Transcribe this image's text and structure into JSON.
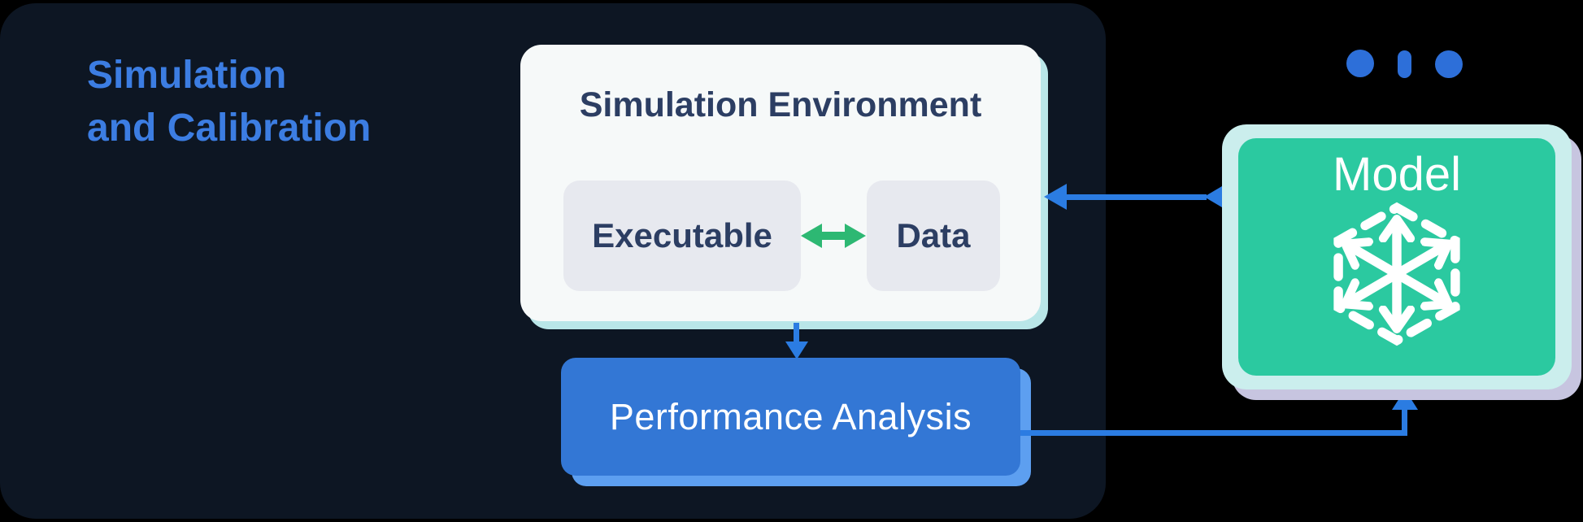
{
  "header": {
    "title_line1": "Simulation",
    "title_line2": "and Calibration"
  },
  "nodes": {
    "simulation_environment": {
      "title": "Simulation Environment"
    },
    "executable": {
      "label": "Executable"
    },
    "data": {
      "label": "Data"
    },
    "performance_analysis": {
      "label": "Performance Analysis"
    },
    "model": {
      "label": "Model"
    }
  },
  "edges": [
    {
      "from": "executable",
      "to": "data",
      "style": "double-headed-arrow",
      "color": "#2db873"
    },
    {
      "from": "simulation_environment",
      "to": "performance_analysis",
      "style": "arrow-down",
      "color": "#2b7ce2"
    },
    {
      "from": "model",
      "to": "simulation_environment",
      "style": "arrow-left",
      "color": "#2b7ce2"
    },
    {
      "from": "performance_analysis",
      "to": "model",
      "style": "elbow-arrow-up",
      "color": "#2b7ce2"
    }
  ],
  "icons": {
    "model_icon": "dashed-hexagon-axes-cube-icon",
    "window_dots": "three-dots-ornament"
  },
  "colors": {
    "panel_bg": "#0d1623",
    "accent_blue": "#3c7de2",
    "navy_text": "#2c3e63",
    "green": "#2db873",
    "performance_blue": "#3377d5",
    "arrow_blue": "#2b7ce2",
    "teal": "#2bc9a0",
    "dots_blue": "#2d6fd9"
  }
}
